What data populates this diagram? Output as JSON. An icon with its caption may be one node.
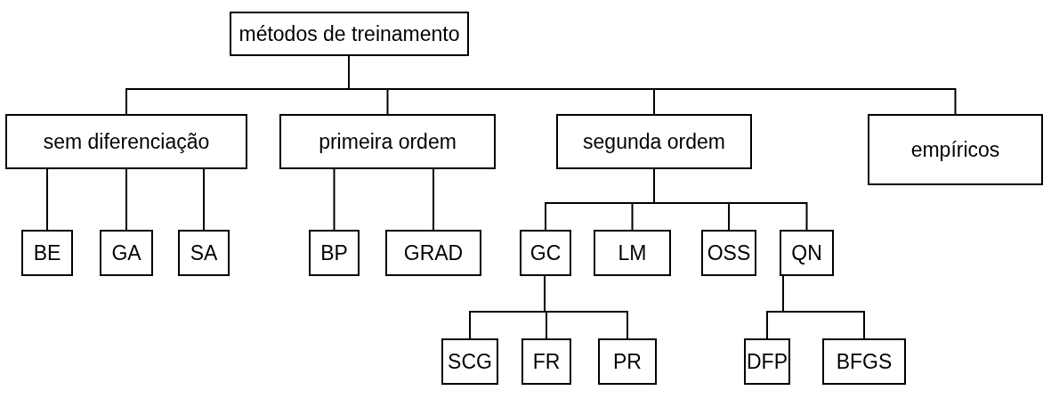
{
  "diagram": {
    "nodes": [
      {
        "text": [
          "métodos de treinamento"
        ]
      },
      {
        "text": [
          "sem diferenciação"
        ]
      },
      {
        "text": [
          "primeira ordem"
        ]
      },
      {
        "text": [
          "segunda ordem"
        ]
      },
      {
        "text": [
          "empíricos"
        ]
      },
      {
        "text": [
          "BE"
        ]
      },
      {
        "text": [
          "GA"
        ]
      },
      {
        "text": [
          "SA"
        ]
      },
      {
        "text": [
          "BP"
        ]
      },
      {
        "text": [
          "GRAD"
        ]
      },
      {
        "text": [
          "GC"
        ]
      },
      {
        "text": [
          "LM"
        ]
      },
      {
        "text": [
          "OSS"
        ]
      },
      {
        "text": [
          "QN"
        ]
      },
      {
        "text": [
          "SCG"
        ]
      },
      {
        "text": [
          "FR"
        ]
      },
      {
        "text": [
          "PR"
        ]
      },
      {
        "text": [
          "DFP"
        ]
      },
      {
        "text": [
          "BFGS"
        ]
      }
    ],
    "edges": [
      {
        "from": 0,
        "to": 1,
        "arrow": "none"
      },
      {
        "from": 0,
        "to": 2,
        "arrow": "none"
      },
      {
        "from": 0,
        "to": 3,
        "arrow": "none"
      },
      {
        "from": 0,
        "to": 4,
        "arrow": "none"
      },
      {
        "from": 1,
        "to": 5,
        "arrow": "none"
      },
      {
        "from": 1,
        "to": 6,
        "arrow": "none"
      },
      {
        "from": 1,
        "to": 7,
        "arrow": "none"
      },
      {
        "from": 2,
        "to": 8,
        "arrow": "none"
      },
      {
        "from": 2,
        "to": 9,
        "arrow": "none"
      },
      {
        "from": 3,
        "to": 10,
        "arrow": "none"
      },
      {
        "from": 3,
        "to": 11,
        "arrow": "none"
      },
      {
        "from": 3,
        "to": 12,
        "arrow": "none"
      },
      {
        "from": 3,
        "to": 13,
        "arrow": "none"
      },
      {
        "from": 10,
        "to": 14,
        "arrow": "none"
      },
      {
        "from": 10,
        "to": 15,
        "arrow": "none"
      },
      {
        "from": 10,
        "to": 16,
        "arrow": "none"
      },
      {
        "from": 13,
        "to": 17,
        "arrow": "none"
      },
      {
        "from": 13,
        "to": 18,
        "arrow": "none"
      }
    ]
  }
}
